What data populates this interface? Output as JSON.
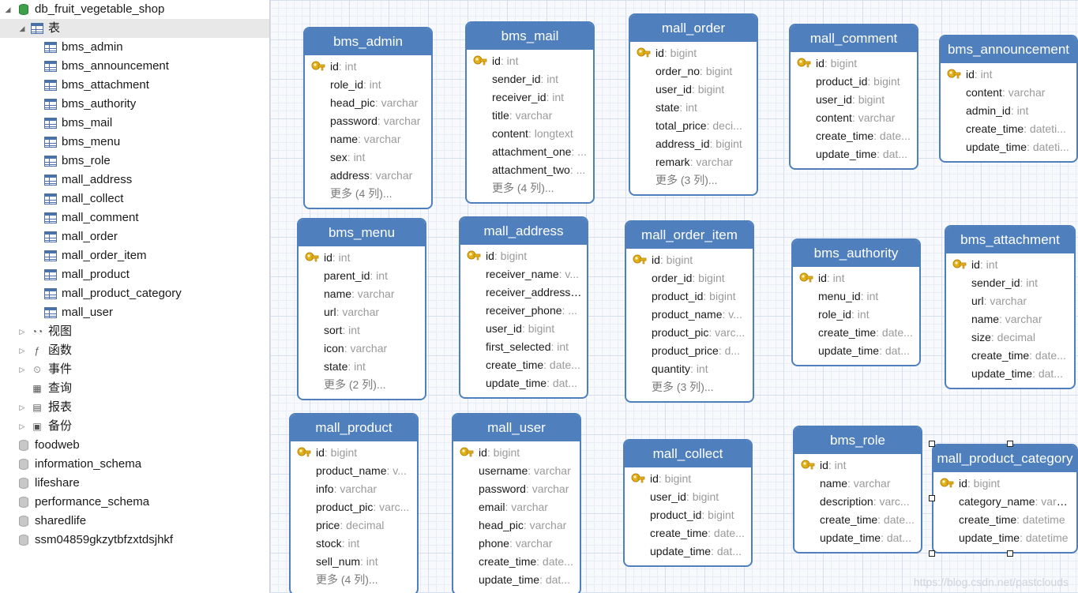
{
  "tree": {
    "database": "db_fruit_vegetable_shop",
    "tables_group": "表",
    "tables": [
      "bms_admin",
      "bms_announcement",
      "bms_attachment",
      "bms_authority",
      "bms_mail",
      "bms_menu",
      "bms_role",
      "mall_address",
      "mall_collect",
      "mall_comment",
      "mall_order",
      "mall_order_item",
      "mall_product",
      "mall_product_category",
      "mall_user"
    ],
    "groups": [
      {
        "label": "视图",
        "icon": "view-icon"
      },
      {
        "label": "函数",
        "icon": "function-icon"
      },
      {
        "label": "事件",
        "icon": "event-icon"
      },
      {
        "label": "查询",
        "icon": "query-icon"
      },
      {
        "label": "报表",
        "icon": "report-icon"
      },
      {
        "label": "备份",
        "icon": "backup-icon"
      }
    ],
    "other_databases": [
      "foodweb",
      "information_schema",
      "lifeshare",
      "performance_schema",
      "sharedlife",
      "ssm04859gkzytbfzxtdsjhkf"
    ]
  },
  "colors": {
    "entity_header": "#4f80bd",
    "key": "#e3b21a",
    "type_text": "#9a9a9a"
  },
  "entities": [
    {
      "name": "bms_admin",
      "fields": [
        [
          "id",
          ": int",
          true
        ],
        [
          "role_id",
          ": int"
        ],
        [
          "head_pic",
          ": varchar"
        ],
        [
          "password",
          ": varchar"
        ],
        [
          "name",
          ": varchar"
        ],
        [
          "sex",
          ": int"
        ],
        [
          "address",
          ": varchar"
        ]
      ],
      "more": "更多 (4 列)..."
    },
    {
      "name": "bms_mail",
      "fields": [
        [
          "id",
          ": int",
          true
        ],
        [
          "sender_id",
          ": int"
        ],
        [
          "receiver_id",
          ": int"
        ],
        [
          "title",
          ": varchar"
        ],
        [
          "content",
          ": longtext"
        ],
        [
          "attachment_one",
          ": ..."
        ],
        [
          "attachment_two",
          ": ..."
        ]
      ],
      "more": "更多 (4 列)..."
    },
    {
      "name": "mall_order",
      "fields": [
        [
          "id",
          ": bigint",
          true
        ],
        [
          "order_no",
          ": bigint"
        ],
        [
          "user_id",
          ": bigint"
        ],
        [
          "state",
          ": int"
        ],
        [
          "total_price",
          ": deci..."
        ],
        [
          "address_id",
          ": bigint"
        ],
        [
          "remark",
          ": varchar"
        ]
      ],
      "more": "更多 (3 列)..."
    },
    {
      "name": "mall_comment",
      "fields": [
        [
          "id",
          ": bigint",
          true
        ],
        [
          "product_id",
          ": bigint"
        ],
        [
          "user_id",
          ": bigint"
        ],
        [
          "content",
          ": varchar"
        ],
        [
          "create_time",
          ": date..."
        ],
        [
          "update_time",
          ": dat..."
        ]
      ]
    },
    {
      "name": "bms_announcement",
      "fields": [
        [
          "id",
          ": int",
          true
        ],
        [
          "content",
          ": varchar"
        ],
        [
          "admin_id",
          ": int"
        ],
        [
          "create_time",
          ": dateti..."
        ],
        [
          "update_time",
          ": dateti..."
        ]
      ]
    },
    {
      "name": "bms_menu",
      "fields": [
        [
          "id",
          ": int",
          true
        ],
        [
          "parent_id",
          ": int"
        ],
        [
          "name",
          ": varchar"
        ],
        [
          "url",
          ": varchar"
        ],
        [
          "sort",
          ": int"
        ],
        [
          "icon",
          ": varchar"
        ],
        [
          "state",
          ": int"
        ]
      ],
      "more": "更多 (2 列)..."
    },
    {
      "name": "mall_address",
      "fields": [
        [
          "id",
          ": bigint",
          true
        ],
        [
          "receiver_name",
          ": v..."
        ],
        [
          "receiver_address",
          ". ..."
        ],
        [
          "receiver_phone",
          ": ..."
        ],
        [
          "user_id",
          ": bigint"
        ],
        [
          "first_selected",
          ": int"
        ],
        [
          "create_time",
          ": date..."
        ],
        [
          "update_time",
          ": dat..."
        ]
      ]
    },
    {
      "name": "mall_order_item",
      "fields": [
        [
          "id",
          ": bigint",
          true
        ],
        [
          "order_id",
          ": bigint"
        ],
        [
          "product_id",
          ": bigint"
        ],
        [
          "product_name",
          ": v..."
        ],
        [
          "product_pic",
          ": varc..."
        ],
        [
          "product_price",
          ": d..."
        ],
        [
          "quantity",
          ": int"
        ]
      ],
      "more": "更多 (3 列)..."
    },
    {
      "name": "bms_authority",
      "fields": [
        [
          "id",
          ": int",
          true
        ],
        [
          "menu_id",
          ": int"
        ],
        [
          "role_id",
          ": int"
        ],
        [
          "create_time",
          ": date..."
        ],
        [
          "update_time",
          ": dat..."
        ]
      ]
    },
    {
      "name": "bms_attachment",
      "fields": [
        [
          "id",
          ": int",
          true
        ],
        [
          "sender_id",
          ": int"
        ],
        [
          "url",
          ": varchar"
        ],
        [
          "name",
          ": varchar"
        ],
        [
          "size",
          ": decimal"
        ],
        [
          "create_time",
          ": date..."
        ],
        [
          "update_time",
          ": dat..."
        ]
      ]
    },
    {
      "name": "mall_product",
      "fields": [
        [
          "id",
          ": bigint",
          true
        ],
        [
          "product_name",
          ": v..."
        ],
        [
          "info",
          ": varchar"
        ],
        [
          "product_pic",
          ": varc..."
        ],
        [
          "price",
          ": decimal"
        ],
        [
          "stock",
          ": int"
        ],
        [
          "sell_num",
          ": int"
        ]
      ],
      "more": "更多 (4 列)..."
    },
    {
      "name": "mall_user",
      "fields": [
        [
          "id",
          ": bigint",
          true
        ],
        [
          "username",
          ": varchar"
        ],
        [
          "password",
          ": varchar"
        ],
        [
          "email",
          ": varchar"
        ],
        [
          "head_pic",
          ": varchar"
        ],
        [
          "phone",
          ": varchar"
        ],
        [
          "create_time",
          ": date..."
        ],
        [
          "update_time",
          ": dat..."
        ]
      ]
    },
    {
      "name": "mall_collect",
      "fields": [
        [
          "id",
          ": bigint",
          true
        ],
        [
          "user_id",
          ": bigint"
        ],
        [
          "product_id",
          ": bigint"
        ],
        [
          "create_time",
          ": date..."
        ],
        [
          "update_time",
          ": dat..."
        ]
      ]
    },
    {
      "name": "bms_role",
      "fields": [
        [
          "id",
          ": int",
          true
        ],
        [
          "name",
          ": varchar"
        ],
        [
          "description",
          ": varc..."
        ],
        [
          "create_time",
          ": date..."
        ],
        [
          "update_time",
          ": dat..."
        ]
      ]
    },
    {
      "name": "mall_product_category",
      "fields": [
        [
          "id",
          ": bigint",
          true
        ],
        [
          "category_name",
          ": varcha"
        ],
        [
          "create_time",
          ": datetime"
        ],
        [
          "update_time",
          ": datetime"
        ]
      ]
    }
  ],
  "watermark": "https://blog.csdn.net/pastclouds"
}
